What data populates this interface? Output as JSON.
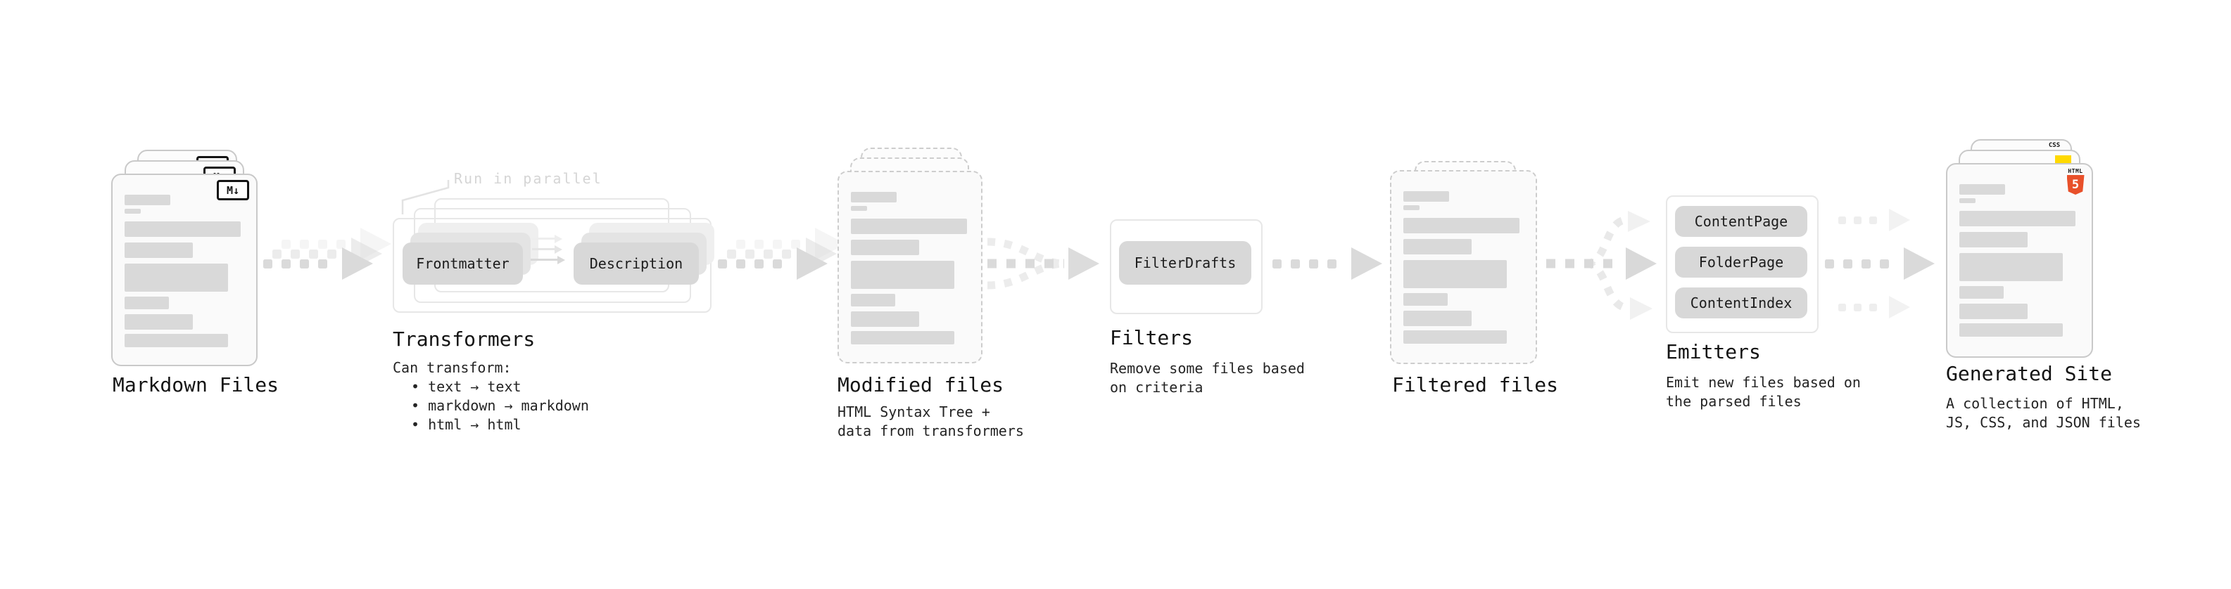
{
  "markdown": {
    "title": "Markdown Files",
    "badge": "M↓"
  },
  "transformers": {
    "title": "Transformers",
    "note": "Run in parallel",
    "source_button": "Frontmatter",
    "target_button": "Description",
    "lines": [
      "Can transform:",
      "• text → text",
      "• markdown → markdown",
      "• html → html"
    ]
  },
  "modified": {
    "title": "Modified files",
    "lines": [
      "HTML Syntax Tree +",
      "data from transformers"
    ]
  },
  "filters": {
    "title": "Filters",
    "button": "FilterDrafts",
    "lines": [
      "Remove some files based",
      "on criteria"
    ]
  },
  "filtered": {
    "title": "Filtered files"
  },
  "emitters": {
    "title": "Emitters",
    "buttons": [
      {
        "label": "ContentPage"
      },
      {
        "label": "FolderPage"
      },
      {
        "label": "ContentIndex"
      }
    ],
    "lines": [
      "Emit new files based on",
      "the parsed files"
    ]
  },
  "generated": {
    "title": "Generated Site",
    "css_badge": "CSS",
    "html_badge_label": "HTML",
    "html_badge_number": "5",
    "lines": [
      "A collection of HTML,",
      "JS, CSS, and JSON files"
    ]
  },
  "colors": {
    "html5_orange": "#e8502a",
    "js_yellow": "#ffd900",
    "css_blue": "#2f6bf2",
    "placeholder_bar_gray": "#d9d9d9",
    "button_gray": "#d8d8d8",
    "arrow_gray": "#dadada",
    "light_arrow_gray": "#f2f2f2",
    "note_gray": "#d5d5d5"
  }
}
